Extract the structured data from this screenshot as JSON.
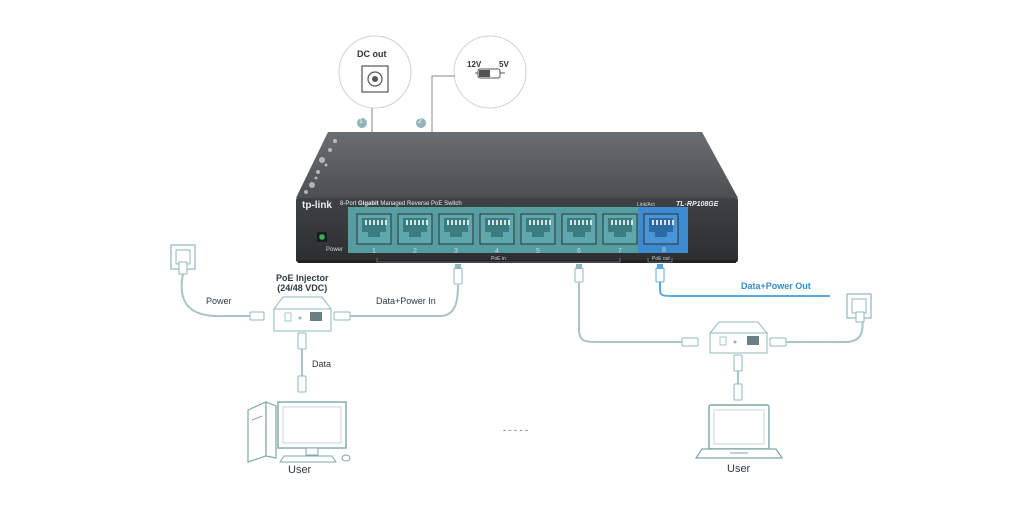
{
  "callouts": {
    "dc_out_label": "DC out",
    "marker_1": "1",
    "marker_2": "2",
    "voltage_12v": "12V",
    "voltage_5v": "5V"
  },
  "switch": {
    "brand": "tp-link",
    "description_prefix": "8-Port",
    "description_bold": "Gigabit",
    "description_suffix": "Managed Reverse PoE Switch",
    "model": "TL-RP108GE",
    "power_label": "Power",
    "link_act_label": "Link/Act",
    "ports": [
      "1",
      "2",
      "3",
      "4",
      "5",
      "6",
      "7",
      "8"
    ],
    "poe_in_label": "PoE in",
    "poe_out_label": "PoE out"
  },
  "left": {
    "injector_title_line1": "PoE Injector",
    "injector_title_line2": "(24/48 VDC)",
    "power_label": "Power",
    "data_power_in_label": "Data+Power In",
    "data_label": "Data",
    "user_label": "User"
  },
  "right": {
    "data_power_out_label": "Data+Power Out",
    "user_label": "User"
  },
  "ellipsis": "- - - - -",
  "colors": {
    "line": "#a9c3c8",
    "accent_blue": "#2f8fd0",
    "port_green": "#4fa1a6",
    "switch_body": "#4a4d4f"
  }
}
